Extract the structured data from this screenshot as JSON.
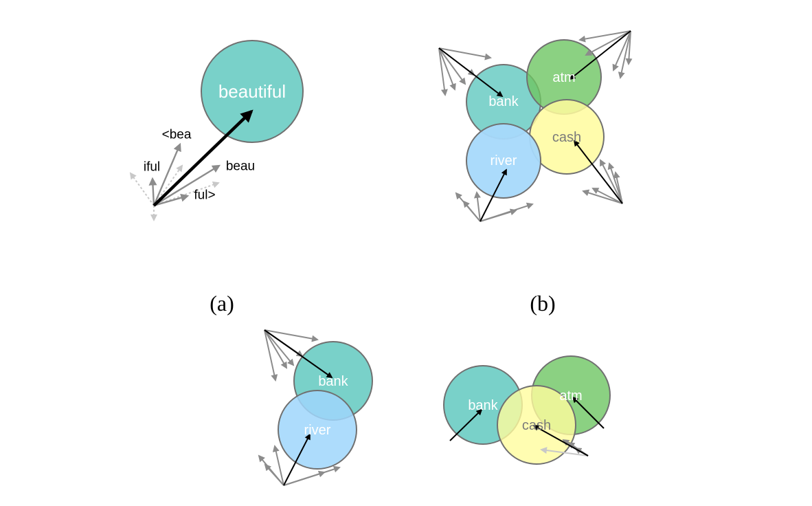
{
  "captions": {
    "a": "(a)",
    "b": "(b)"
  },
  "colors": {
    "teal": "#79d1c9",
    "green": "#83d277",
    "yellow": "#fffc9e",
    "blue": "#a6d9fb",
    "stroke": "#707070",
    "arrow_dark": "#000000",
    "arrow_gray": "#8c8c8c",
    "arrow_light": "#c8c8c8"
  },
  "panel_a": {
    "word": "beautiful",
    "subwords": [
      "<bea",
      "iful",
      "beau",
      "ful>"
    ]
  },
  "panel_b": {
    "words": [
      "atm",
      "bank",
      "cash",
      "river"
    ]
  },
  "panel_c": {
    "words": [
      "bank",
      "river"
    ]
  },
  "panel_d": {
    "words": [
      "bank",
      "atm",
      "cash"
    ]
  }
}
